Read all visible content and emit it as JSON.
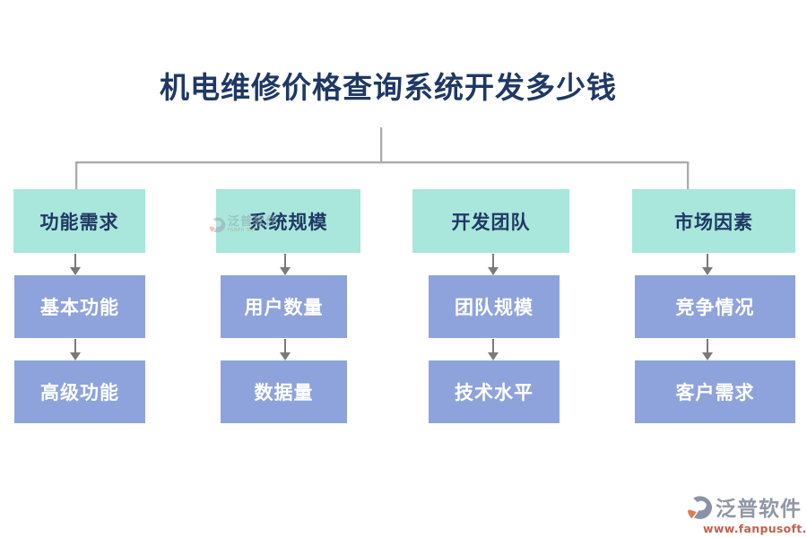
{
  "title": "机电维修价格查询系统开发多少钱",
  "columns": [
    {
      "header": "功能需求",
      "items": [
        "基本功能",
        "高级功能"
      ]
    },
    {
      "header": "系统规模",
      "items": [
        "用户数量",
        "数据量"
      ]
    },
    {
      "header": "开发团队",
      "items": [
        "团队规模",
        "技术水平"
      ]
    },
    {
      "header": "市场因素",
      "items": [
        "竞争情况",
        "客户需求"
      ]
    }
  ],
  "watermark": {
    "brand": "泛普软件",
    "sub": "FANPU SOFT"
  },
  "footer": {
    "brand": "泛普软件",
    "url": "www.fanpusoft.com"
  },
  "colors": {
    "header_fill": "#A9E6DC",
    "item_fill": "#8EA3DC",
    "title_text": "#1F3864",
    "item_text": "#FFFFFF",
    "connector": "#ABABAB",
    "arrow": "#7A7A7A",
    "footer_brand": "#9097A6",
    "footer_url": "#C5604C",
    "logo_gray": "#8A92A6",
    "logo_orange": "#DF7B51"
  }
}
